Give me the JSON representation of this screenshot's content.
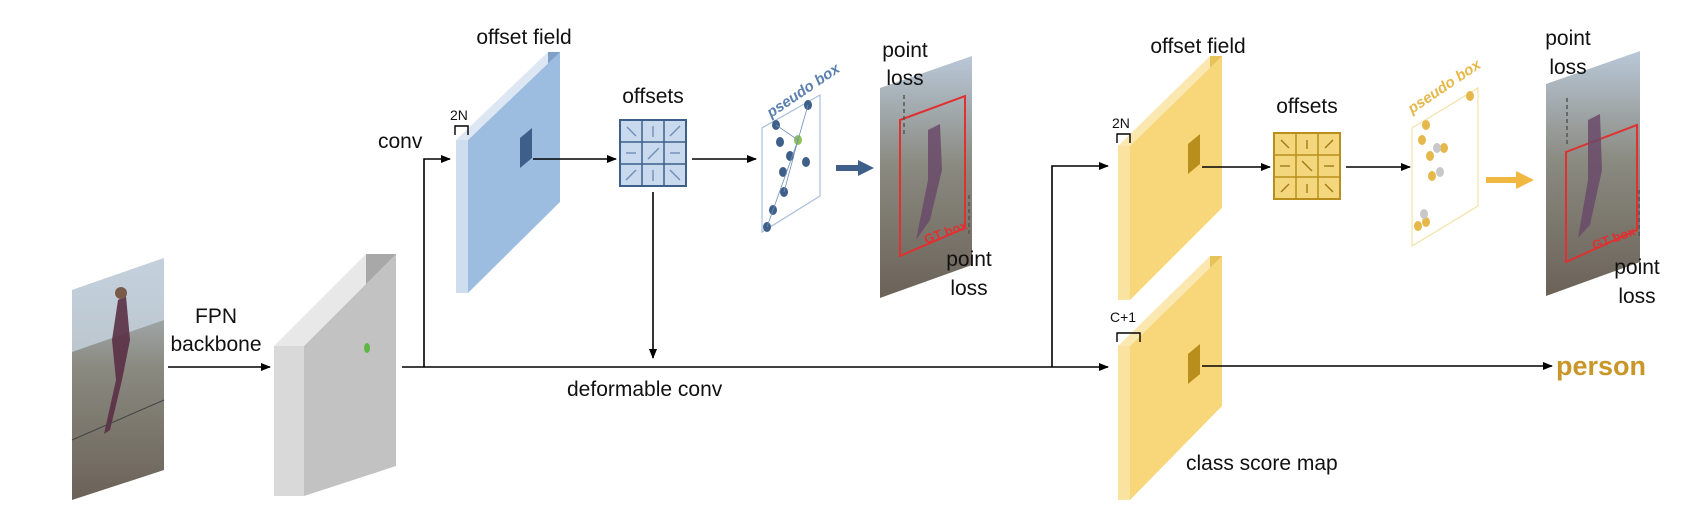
{
  "labels": {
    "fpn_line1": "FPN",
    "fpn_line2": "backbone",
    "conv": "conv",
    "deformable_conv": "deformable conv",
    "offset_field": "offset field",
    "offsets": "offsets",
    "pseudo_box": "pseudo box",
    "point": "point",
    "loss": "loss",
    "gt_box": "GT box",
    "channels_2n": "2N",
    "channels_c1": "C+1",
    "class_score_map": "class score map",
    "class_output": "person"
  },
  "colors": {
    "blue_stage": "#9dbde0",
    "blue_dark": "#3e5f8a",
    "yellow_stage": "#f7d77a",
    "yellow_dark": "#b88f1c",
    "gray_feature": "#bfbfbf",
    "gt_box": "#e03030",
    "class_text": "#c9962a"
  }
}
